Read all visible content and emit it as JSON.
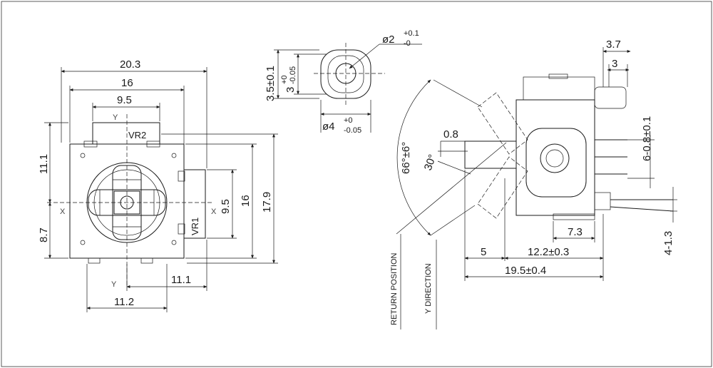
{
  "colors": {
    "line": "#1a1a1a",
    "background": "#ffffff"
  },
  "left_view": {
    "dim_total_width": "20.3",
    "dim_width_16": "16",
    "dim_width_9_5": "9.5",
    "dim_left_11_1": "11.1",
    "dim_left_8_7": "8.7",
    "dim_right_9_5": "9.5",
    "dim_right_16": "16",
    "dim_right_17_9": "17.9",
    "dim_bottom_11_1": "11.1",
    "dim_bottom_11_2": "11.2",
    "label_vr2": "VR2",
    "label_vr1": "VR1",
    "axis_x_left": "X",
    "axis_x_right": "X",
    "axis_y_top": "Y",
    "axis_y_bottom": "Y"
  },
  "top_view": {
    "dim_height": "3.5±0.1",
    "dim_inner": "3",
    "dim_inner_tol_upper": "+0",
    "dim_inner_tol_lower": "-0.05",
    "dim_phi2": "ø2",
    "dim_phi2_tol_upper": "+0.1",
    "dim_phi2_tol_lower": "-0",
    "dim_phi4": "ø4",
    "dim_phi4_tol_upper": "+0",
    "dim_phi4_tol_lower": "-0.05"
  },
  "side_view": {
    "dim_3_7": "3.7",
    "dim_3": "3",
    "dim_pins": "6-0.8±0.1",
    "dim_4_1_3": "4-1.3",
    "dim_0_8": "0.8",
    "dim_30deg": "30°",
    "dim_66deg": "66°±6°",
    "dim_7_3": "7.3",
    "dim_5": "5",
    "dim_12_2": "12.2±0.3",
    "dim_19_5": "19.5±0.4",
    "label_return": "RETURN POSITION",
    "label_ydir": "Y DIRECTION"
  }
}
